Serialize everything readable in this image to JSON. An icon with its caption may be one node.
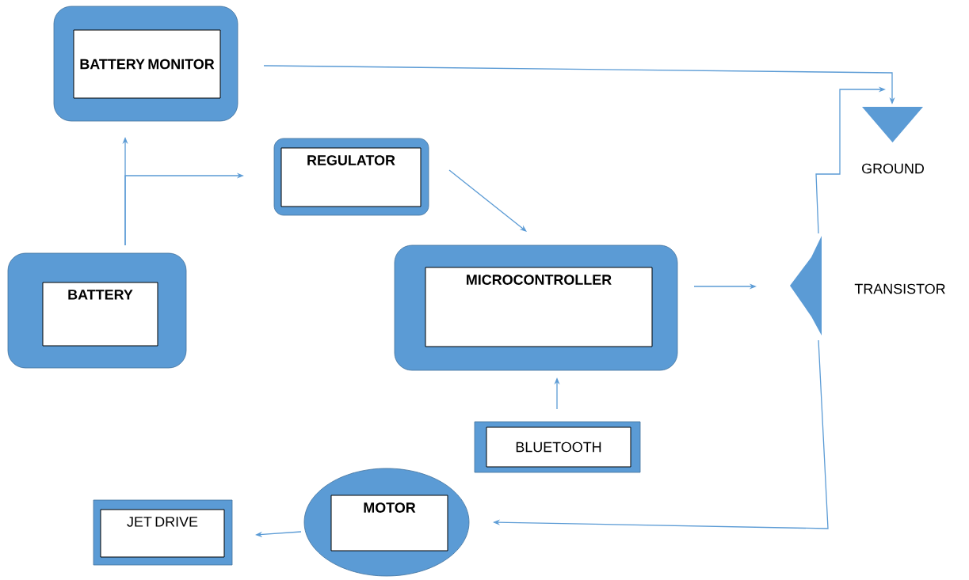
{
  "diagram": {
    "nodes": [
      {
        "text": [
          "BATTERY MONITOR"
        ]
      },
      {
        "text": [
          "REGULATOR"
        ]
      },
      {
        "text": [
          "BATTERY"
        ]
      },
      {
        "text": [
          "MICROCONTROLLER"
        ]
      },
      {
        "text": [
          "BLUETOOTH"
        ]
      },
      {
        "text": [
          "MOTOR"
        ]
      },
      {
        "text": [
          "JET DRIVE"
        ]
      },
      {
        "text": [
          "GROUND"
        ]
      },
      {
        "text": [
          "TRANSISTOR"
        ]
      }
    ],
    "edges": [
      {
        "from": 2,
        "to": 0,
        "arrow": "to"
      },
      {
        "from": 2,
        "to": 1,
        "arrow": "to"
      },
      {
        "from": 0,
        "to": 7,
        "arrow": "to"
      },
      {
        "from": 1,
        "to": 3,
        "arrow": "to"
      },
      {
        "from": 3,
        "to": 8,
        "arrow": "to"
      },
      {
        "from": 4,
        "to": 3,
        "arrow": "to"
      },
      {
        "from": 8,
        "to": 7,
        "arrow": "to"
      },
      {
        "from": 8,
        "to": 5,
        "arrow": "to"
      },
      {
        "from": 5,
        "to": 6,
        "arrow": "to"
      }
    ]
  }
}
